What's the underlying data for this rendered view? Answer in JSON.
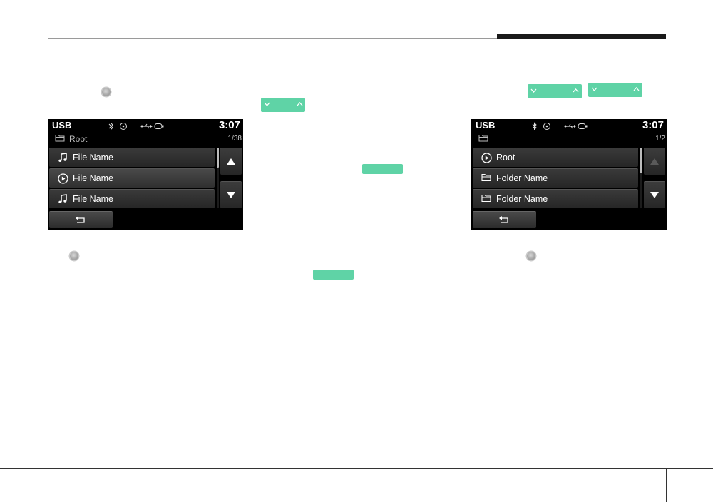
{
  "colors": {
    "accent_green": "#5fd3a6",
    "screen_bg": "#000000",
    "header_bar": "#1a1a1a"
  },
  "left_screen": {
    "source": "USB",
    "time": "3:07",
    "path": "Root",
    "page": "1/38",
    "rows": [
      {
        "icon": "music-note-icon",
        "label": "File Name",
        "selected": false
      },
      {
        "icon": "play-circle-icon",
        "label": "File Name",
        "selected": true
      },
      {
        "icon": "music-note-icon",
        "label": "File Name",
        "selected": false
      }
    ],
    "scroll_up": {
      "enabled": true
    },
    "scroll_down": {
      "enabled": true
    }
  },
  "right_screen": {
    "source": "USB",
    "time": "3:07",
    "path": "",
    "page": "1/2",
    "rows": [
      {
        "icon": "play-circle-icon",
        "label": "Root",
        "selected": false
      },
      {
        "icon": "folder-icon",
        "label": "Folder Name",
        "selected": false
      },
      {
        "icon": "folder-icon",
        "label": "Folder Name",
        "selected": false
      }
    ],
    "scroll_up": {
      "enabled": false
    },
    "scroll_down": {
      "enabled": true
    }
  },
  "status_icons": [
    "bluetooth-icon",
    "disc-icon",
    "usb-icon",
    "battery-icon"
  ]
}
